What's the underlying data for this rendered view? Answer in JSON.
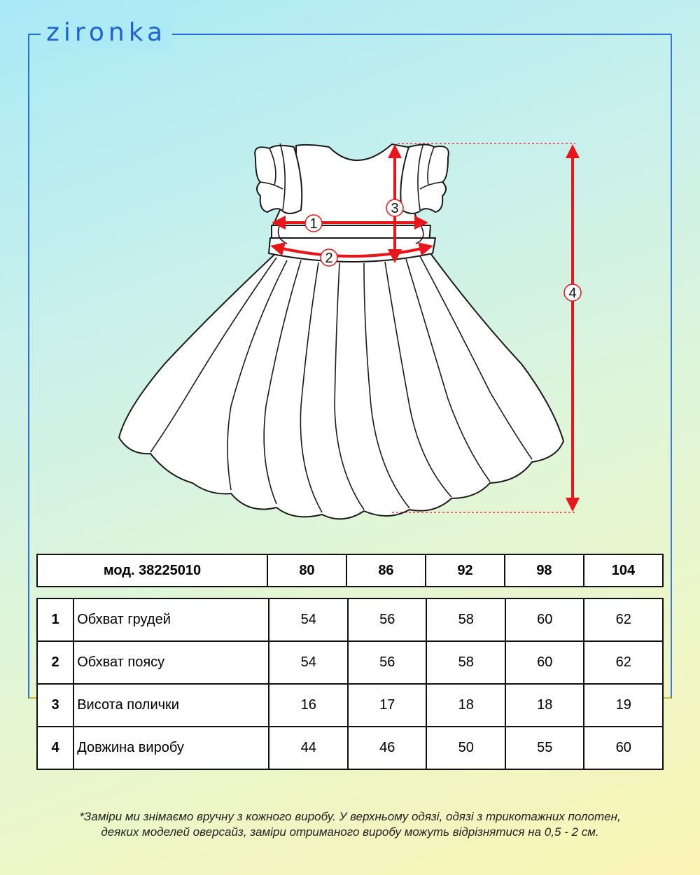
{
  "brand": "zironka",
  "size_header": {
    "model": "мод. 38225010",
    "sizes": [
      "80",
      "86",
      "92",
      "98",
      "104"
    ]
  },
  "rows": [
    {
      "num": "1",
      "label": "Обхват грудей",
      "values": [
        "54",
        "56",
        "58",
        "60",
        "62"
      ]
    },
    {
      "num": "2",
      "label": "Обхват поясу",
      "values": [
        "54",
        "56",
        "58",
        "60",
        "62"
      ]
    },
    {
      "num": "3",
      "label": "Висота полички",
      "values": [
        "16",
        "17",
        "18",
        "18",
        "19"
      ]
    },
    {
      "num": "4",
      "label": "Довжина виробу",
      "values": [
        "44",
        "46",
        "50",
        "55",
        "60"
      ]
    }
  ],
  "markers": [
    "1",
    "2",
    "3",
    "4"
  ],
  "note_line1": "*Заміри ми знімаємо вручну з кожного виробу. У верхньому одязі, одязі з трикотажних полотен,",
  "note_line2": "деяких моделей оверсайз, заміри отриманого виробу можуть відрізнятися на 0,5 - 2 см.",
  "colors": {
    "brand": "#1e63d6",
    "arrow": "#e8161a",
    "frame": "#2a6fd8"
  }
}
